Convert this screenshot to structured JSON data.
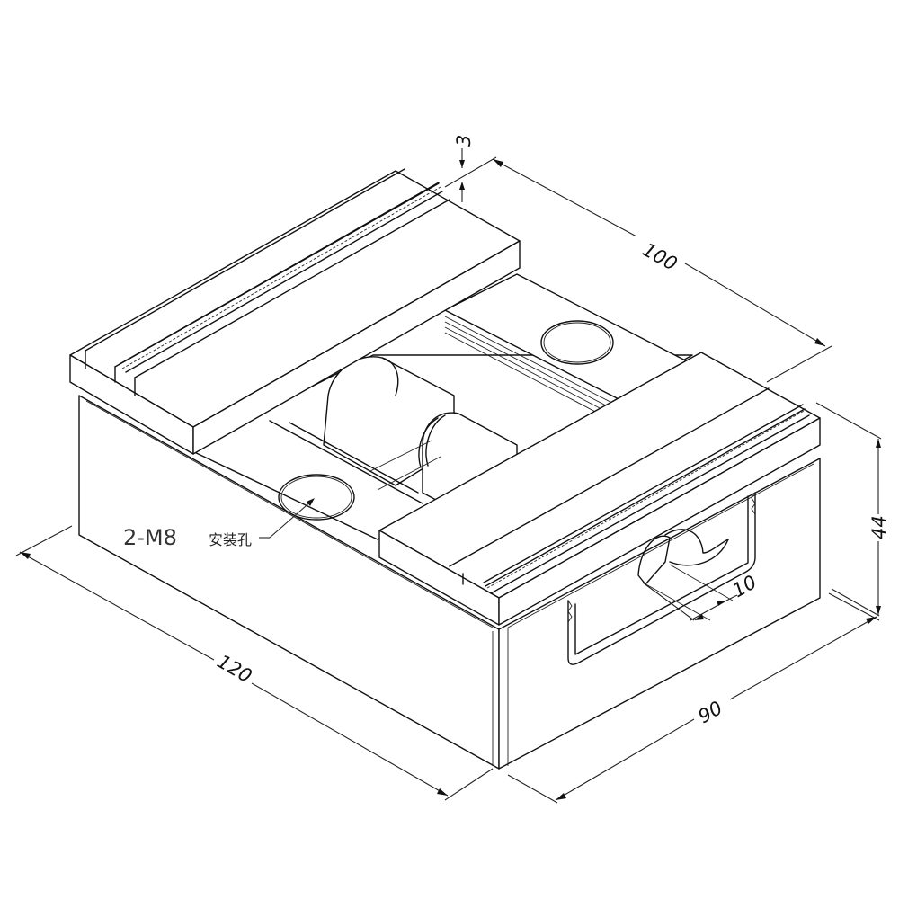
{
  "drawing": {
    "subject": "self-centering vise isometric view",
    "line_color": "#111111",
    "background": "#ffffff"
  },
  "dimensions": {
    "length": "120",
    "width": "90",
    "height": "44",
    "jaw_span": "100",
    "jaw_step": "3",
    "slot": "10"
  },
  "callouts": {
    "mount_hole_spec": "2-M8",
    "mount_hole_desc": "安装孔"
  }
}
